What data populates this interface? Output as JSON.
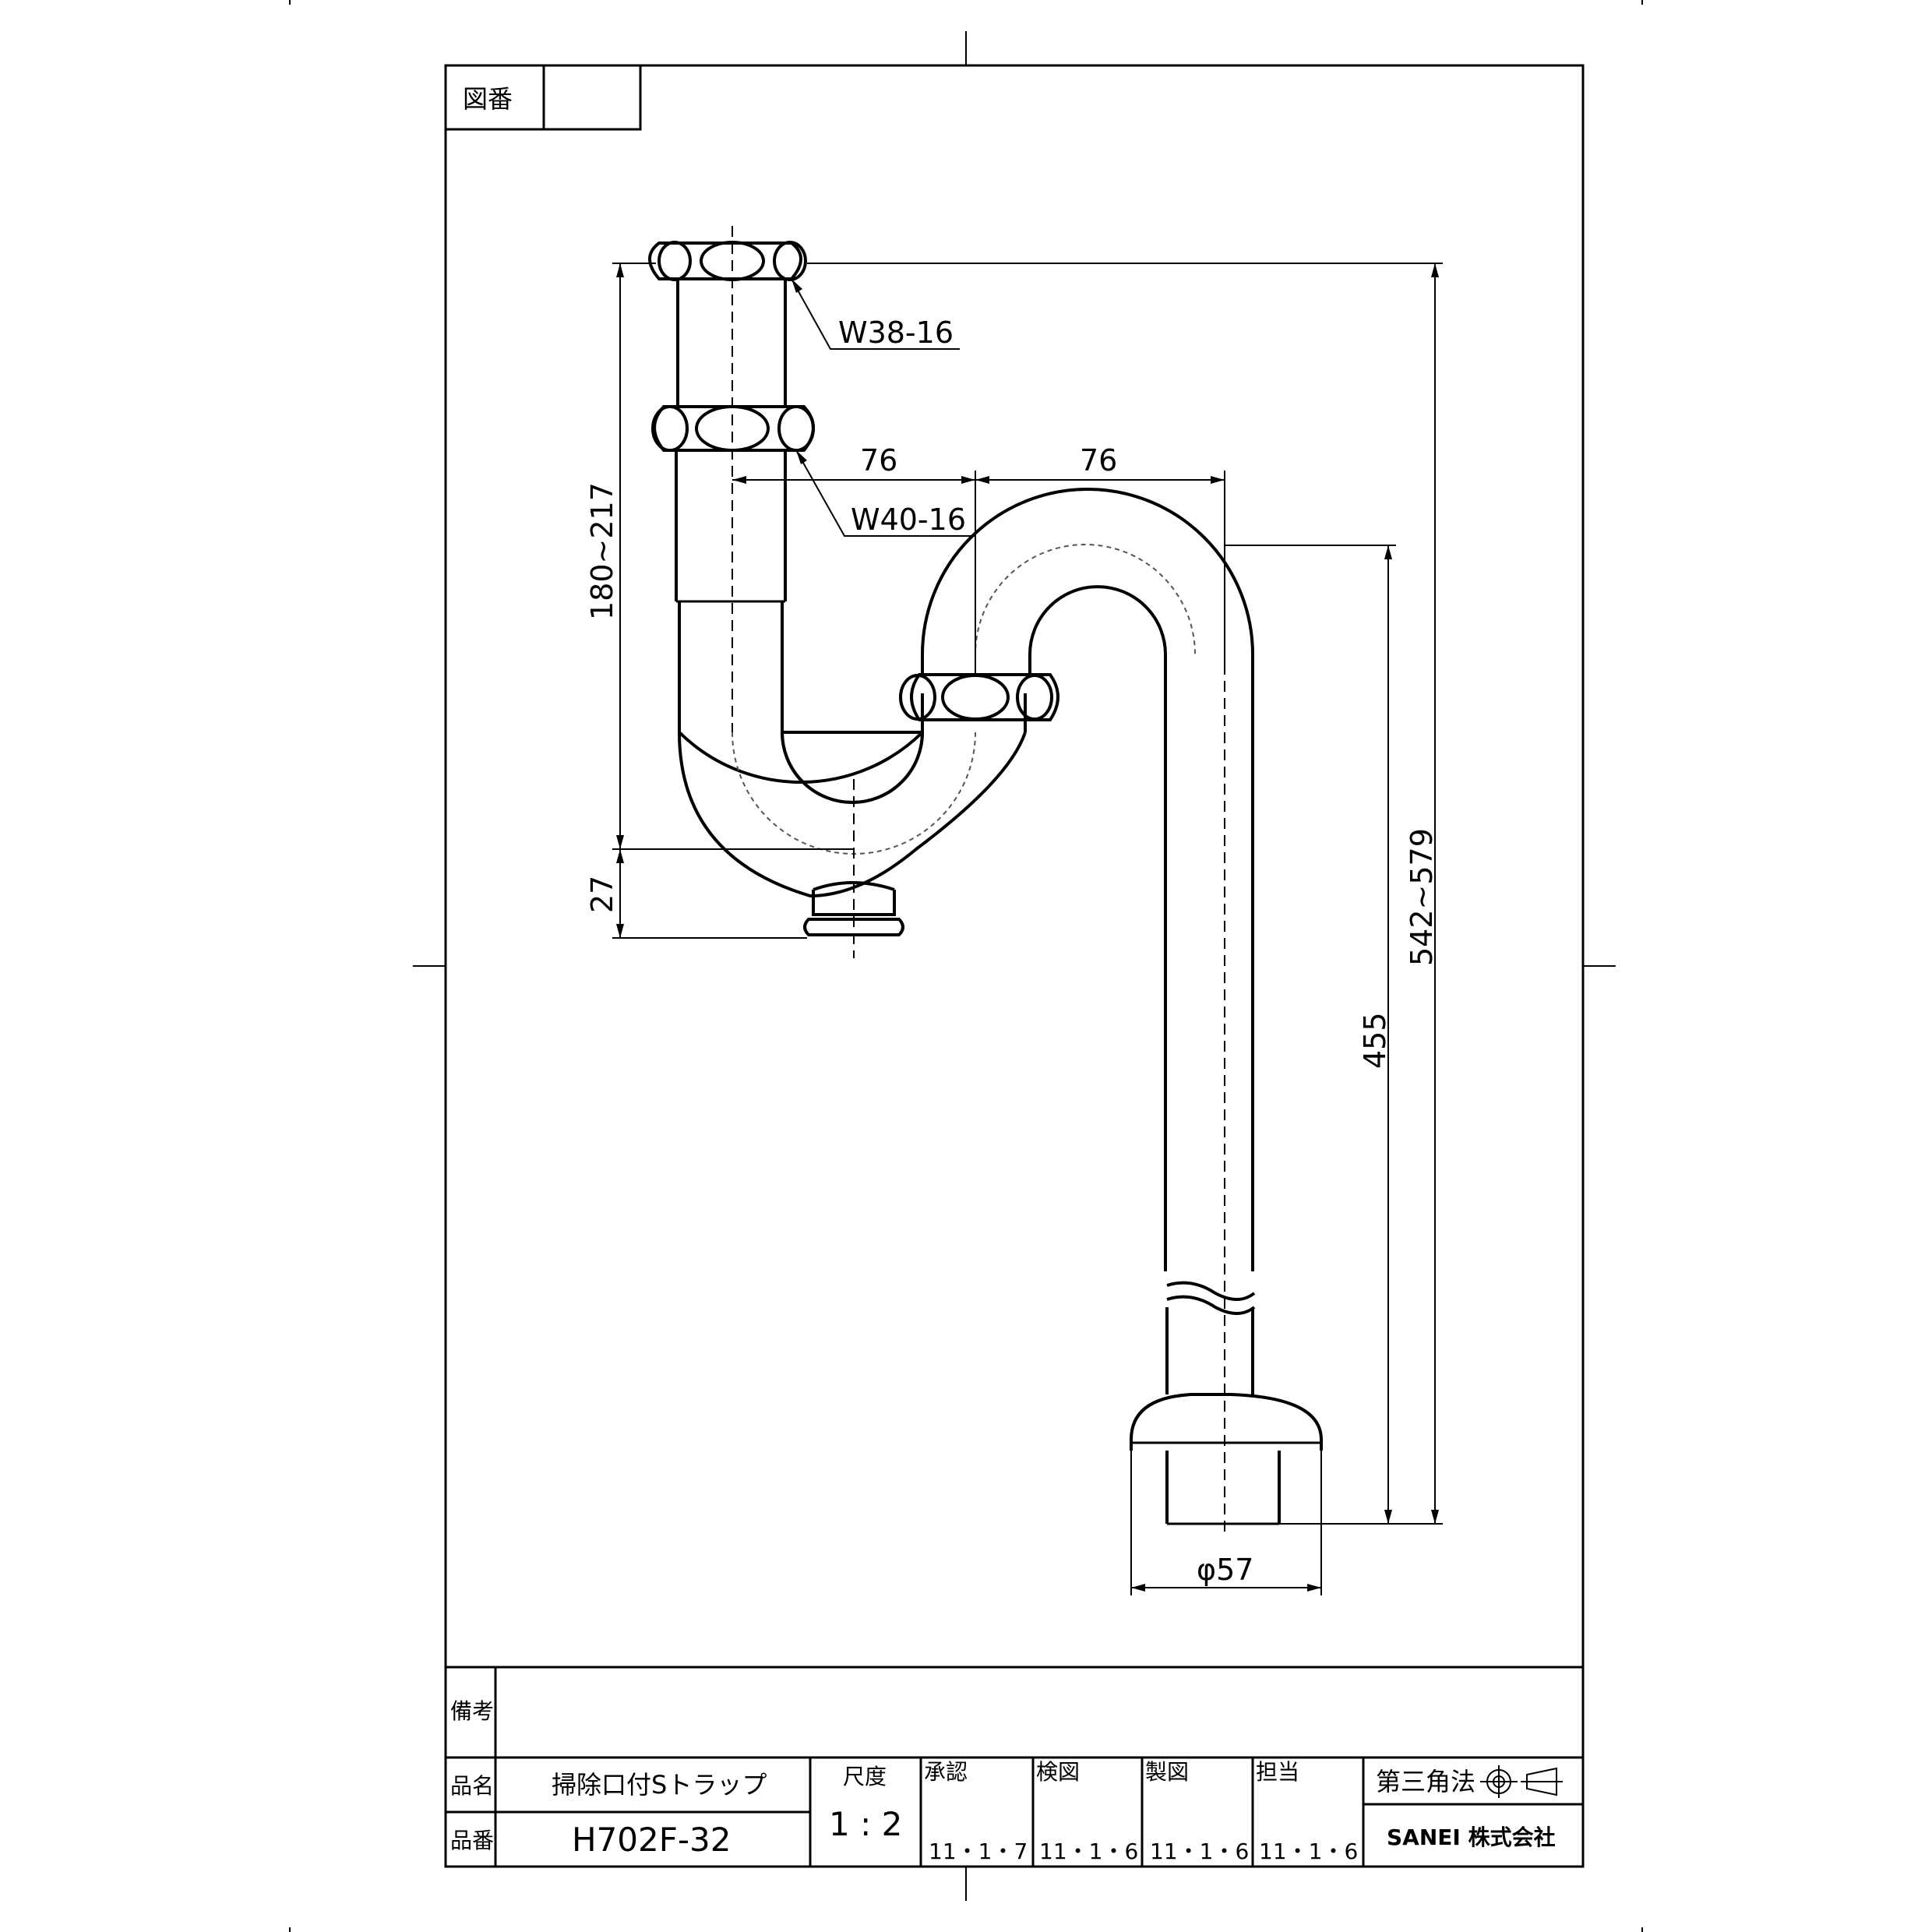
{
  "drawing_number_label": "図番",
  "drawing_number_value": "",
  "dimensions": {
    "top_thread": "W38-16",
    "mid_thread": "W40-16",
    "horizontal_1": "76",
    "horizontal_2": "76",
    "vertical_left": "180~217",
    "vertical_bottom": "27",
    "vertical_right": "542~579",
    "vertical_455": "455",
    "diameter": "φ57"
  },
  "title_block": {
    "remarks_label": "備考",
    "remarks_value": "",
    "product_name_label": "品名",
    "product_name_value": "掃除口付Sトラップ",
    "product_number_label": "品番",
    "product_number_value": "H702F-32",
    "scale_label": "尺度",
    "scale_value": "1 : 2",
    "approved_label": "承認",
    "approved_date": "11・1・7",
    "checked_label": "検図",
    "checked_date": "11・1・6",
    "drawn_label": "製図",
    "drawn_date": "11・1・6",
    "charge_label": "担当",
    "charge_date": "11・1・6",
    "projection_label": "第三角法",
    "company": "SANEI 株式会社"
  }
}
